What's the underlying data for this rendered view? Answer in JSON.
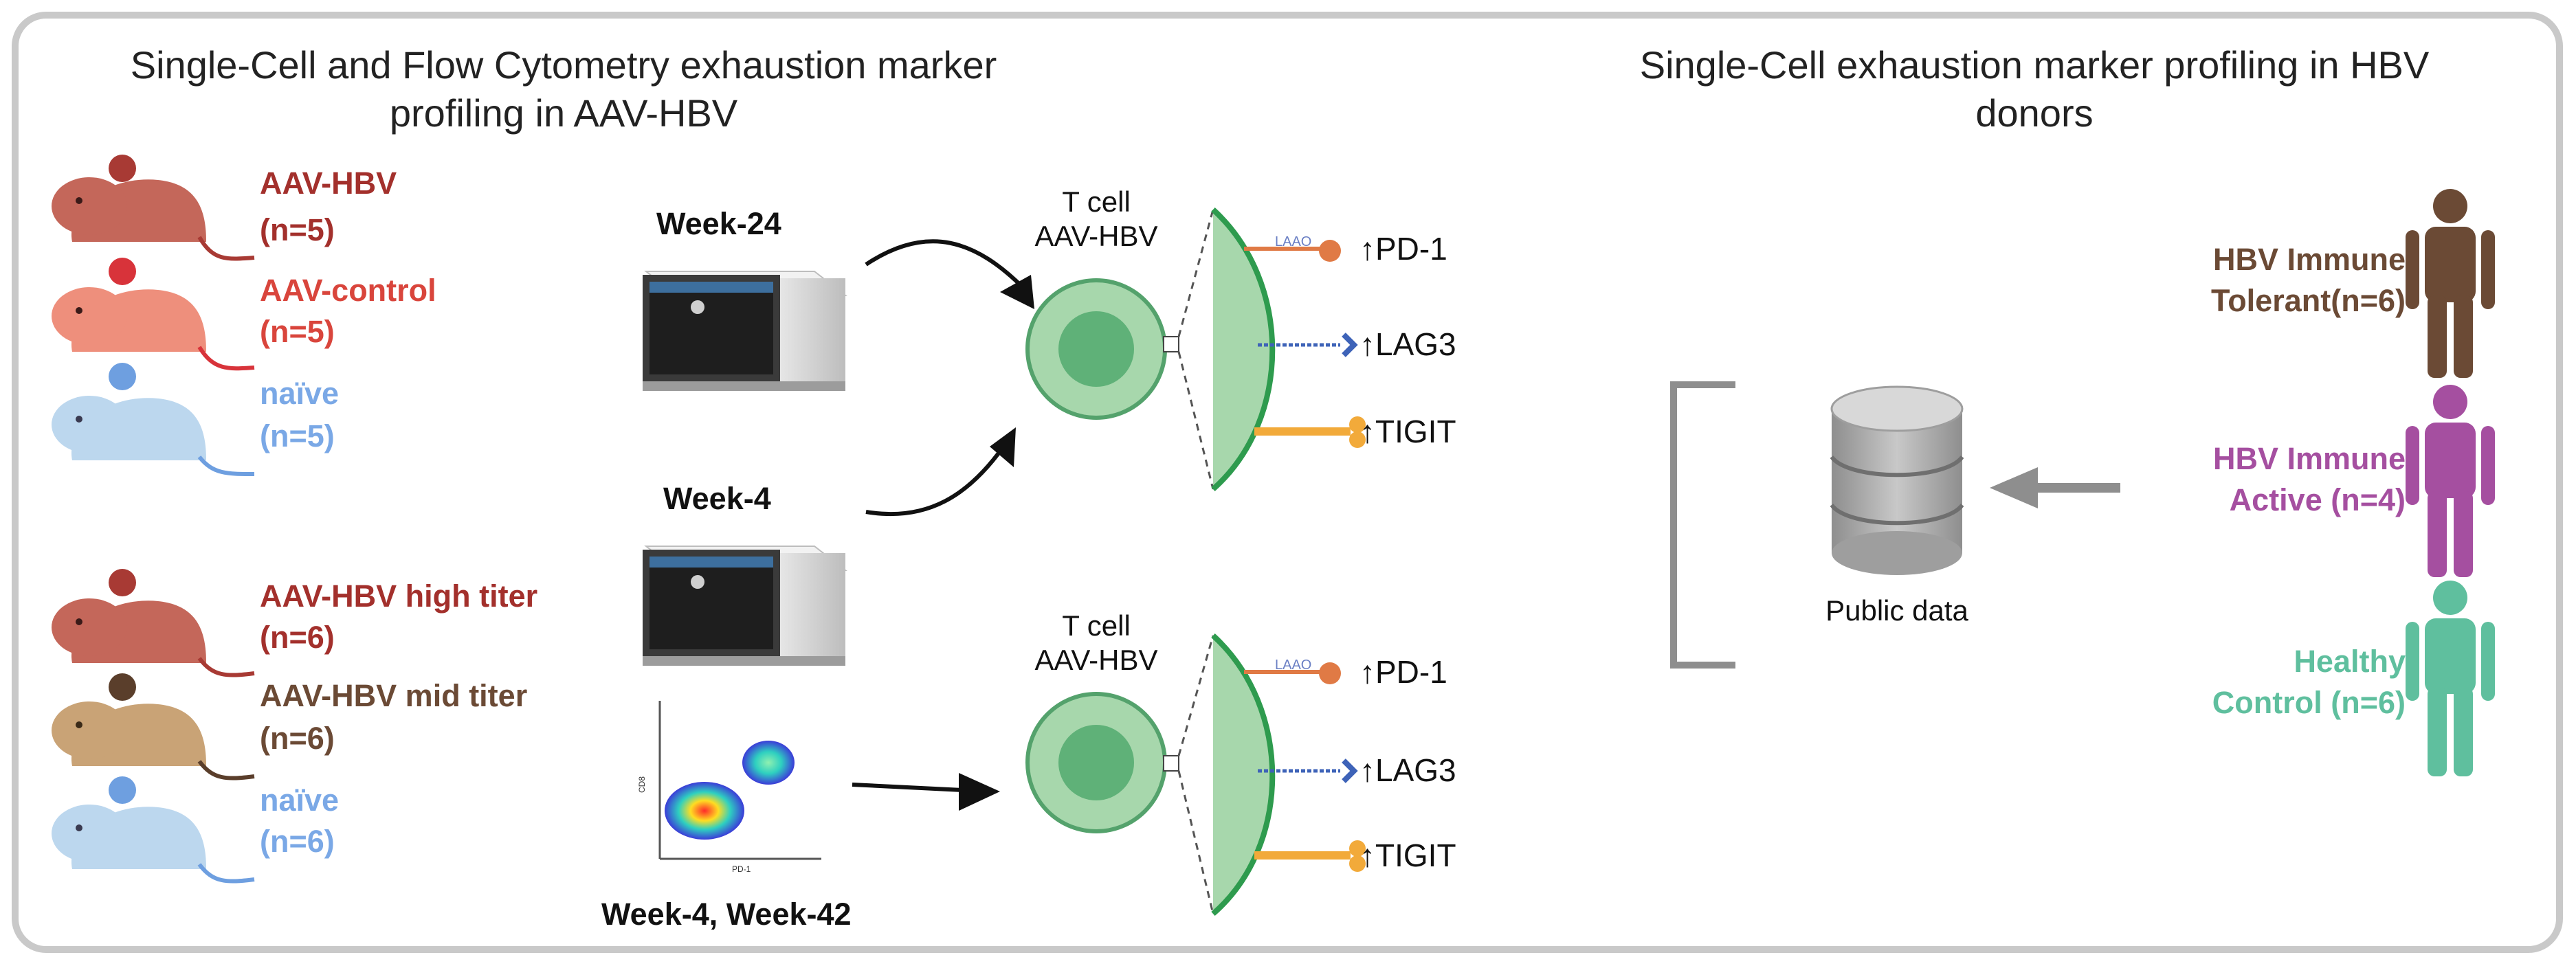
{
  "left_panel": {
    "title_line1": "Single-Cell and Flow Cytometry exhaustion marker",
    "title_line2": "profiling in AAV-HBV",
    "group1": [
      {
        "name": "AAV-HBV",
        "n": "(n=5)",
        "color": "#a3302c"
      },
      {
        "name": "AAV-control",
        "n": "(n=5)",
        "color": "#d9453c"
      },
      {
        "name": "naïve",
        "n": "(n=5)",
        "color": "#7aa8e6"
      }
    ],
    "group2": [
      {
        "name": "AAV-HBV high titer",
        "n": "(n=6)",
        "color": "#a3302c"
      },
      {
        "name": "AAV-HBV mid titer",
        "n": "(n=6)",
        "color": "#6b4a35"
      },
      {
        "name": "naïve",
        "n": "(n=6)",
        "color": "#7aa8e6"
      }
    ],
    "week_top": "Week-24",
    "week_mid": "Week-4",
    "week_bottom": "Week-4, Week-42",
    "flow_axis_x": "PD-1",
    "flow_axis_y": "CD8",
    "tcell_top": {
      "line1": "T cell",
      "line2": "AAV-HBV"
    },
    "tcell_bottom": {
      "line1": "T cell",
      "line2": "AAV-HBV"
    },
    "markers": [
      "↑PD-1",
      "↑LAG3",
      "↑TIGIT"
    ]
  },
  "right_panel": {
    "title_line1": "Single-Cell exhaustion marker profiling in HBV",
    "title_line2": "donors",
    "public_data": "Public data",
    "donors": [
      {
        "line1": "HBV Immune",
        "line2": "Tolerant(n=6)",
        "color": "#6b4a35"
      },
      {
        "line1": "HBV Immune",
        "line2": "Active (n=4)",
        "color": "#a54fa0"
      },
      {
        "line1": "Healthy",
        "line2": "Control  (n=6)",
        "color": "#5fbf9e"
      }
    ]
  }
}
